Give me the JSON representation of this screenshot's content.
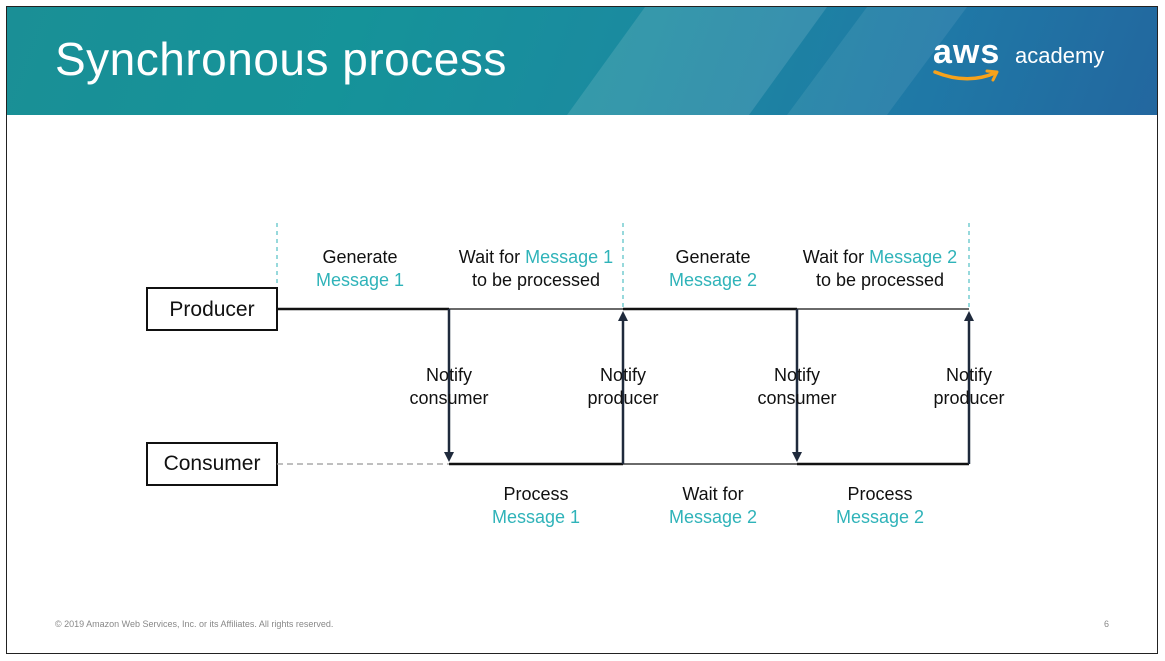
{
  "slide": {
    "title": "Synchronous process",
    "logo": {
      "brand": "aws",
      "suffix": "academy"
    },
    "footer": "© 2019 Amazon Web Services, Inc. or its Affiliates. All rights reserved.",
    "page_number": "6"
  },
  "diagram": {
    "actors": {
      "producer": "Producer",
      "consumer": "Consumer"
    },
    "top_labels": [
      {
        "line1": "Generate",
        "line2": "Message 1",
        "line2_accent": true
      },
      {
        "line1_pre": "Wait for ",
        "line1_accent": "Message 1",
        "line2": "to be processed"
      },
      {
        "line1": "Generate",
        "line2": "Message 2",
        "line2_accent": true
      },
      {
        "line1_pre": "Wait for ",
        "line1_accent": "Message 2",
        "line2": "to be processed"
      }
    ],
    "notifications": [
      {
        "line1": "Notify",
        "line2": "consumer"
      },
      {
        "line1": "Notify",
        "line2": "producer"
      },
      {
        "line1": "Notify",
        "line2": "consumer"
      },
      {
        "line1": "Notify",
        "line2": "producer"
      }
    ],
    "bottom_labels": [
      {
        "line1": "Process",
        "line2": "Message 1"
      },
      {
        "line1": "Wait for",
        "line2": "Message 2"
      },
      {
        "line1": "Process",
        "line2": "Message 2"
      }
    ],
    "colors": {
      "accent": "#2fb3b9",
      "line": "#111111",
      "arrow": "#1f2a3c"
    }
  }
}
